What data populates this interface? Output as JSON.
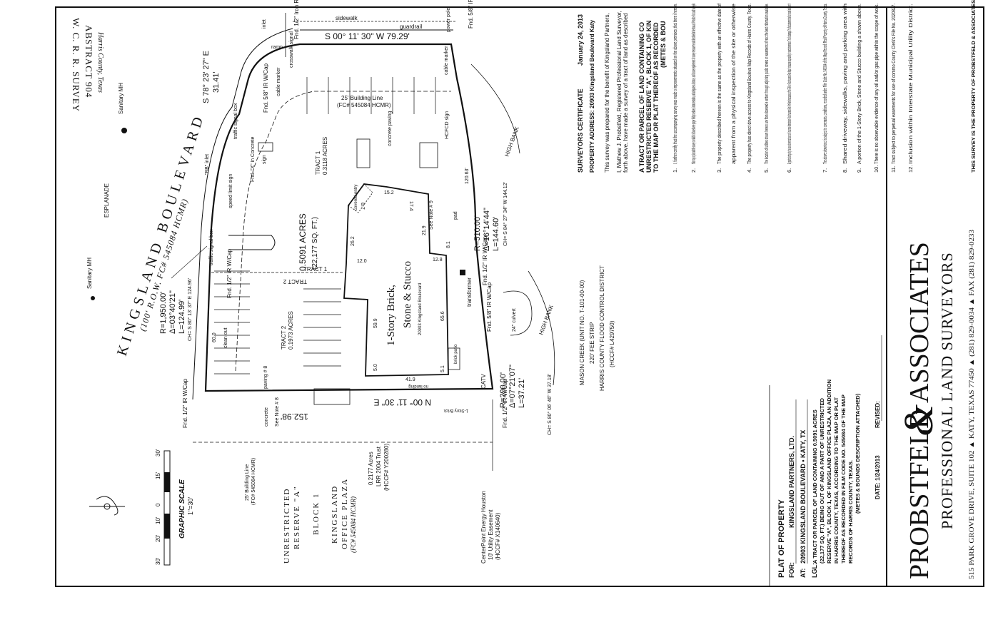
{
  "survey_note": {
    "line1": "W. C. R. R. SURVEY",
    "line2": "ABSTRACT 904",
    "line3": "Harris County, Texas"
  },
  "labels": {
    "sanitary_mh_top": "Sanitary MH",
    "sanitary_mh_left": "Sanitary MH",
    "esplanade": "ESPLANADE",
    "kingsland_blvd": "KINGSLAND BOULEVARD",
    "row": "(100' R.O.W. FC# 545084 HCMR)",
    "sidewalk_top": "sidewalk",
    "guardrail": "guardrail",
    "inlet_top": "inlet",
    "ramp": "ramp",
    "fnd_iron_rod": "Fnd. 1/2\" Iron Rod",
    "power_pole": "power pole",
    "fnd_wcap_top": "Fnd. 5/8\" IR W/Cap",
    "bearing_top": "S 00° 11' 30\" W  79.29'",
    "crosswalk": "crosswalk signal",
    "cable_marker_1": "cable marker",
    "cable_marker_2": "cable marker",
    "fnd_58_ir": "Fnd. 5/8\" IR W/Cap",
    "bearing_ne": "S 78° 23' 27\" E",
    "dist_ne": "31.41'",
    "building_line": "25' Building Line",
    "building_line_fc": "(FC# 545084 HCMR)",
    "concrete_paving": "concrete paving",
    "hcfcd_sign": "HCFCD sign",
    "high_bank_top": "HIGH BANK",
    "inlet_bb": "\"BB\" inlet",
    "traffic_signal_box": "traffic signal box",
    "fnd_x_in_concrete": "Fnd. \"X\" in Concrete",
    "sign": "sign",
    "tract1": "TRACT 1",
    "tract1_acres": "0.3118 ACRES",
    "speed_limit_sign": "speed limit sign",
    "main_acres": "0.5091 ACRES",
    "main_sqft": "(22,177 SQ. FT.)",
    "building_name_1": "1-Story Brick,",
    "building_name_2": "Stone & Stucco",
    "building_address": "20903 Kingsland Boulevard",
    "covered_entry": "covered entry",
    "see_note_9": "See Note # 9",
    "pad": "pad",
    "curve_ne_r": "R=510.00'",
    "curve_ne_d": "Δ=16°14'44\"",
    "curve_ne_l": "L=144.60'",
    "curve_ne_ch": "CH= S 84° 27' 34\" W  144.12'",
    "fnd_12_ir_east": "Fnd. 1/2\" IR W/Cap",
    "transformer": "transformer",
    "fnd_58_ir_east": "Fnd. 5/8\" IR W/Cap",
    "culvert": "24\" culvert",
    "high_bank_bottom": "HIGH BANK",
    "tract_label_1": "TRACT 1",
    "tract_label_2": "TRACT 2",
    "tract2_acres": "0.1973 ACRES",
    "curve_w_r": "R=1,950.00'",
    "curve_w_d": "Δ=03°40'21\"",
    "curve_w_l": "L=124.99'",
    "curve_w_ch": "CH= S 80° 13' 37\" E  124.96'",
    "fnd_12_ir_wcap_w": "Fnd. 1/2\" IR W/Cap",
    "traffic_signal_box_w": "traffic signal box",
    "clean_out": "clean out",
    "paving_8": "paving # 8",
    "see_note_8": "See Note # 8",
    "concrete": "concrete",
    "fnd_12_ir_sw": "Fnd. 1/2\" IR W/Cap",
    "bearing_south": "N 00° 11' 30\" E",
    "dist_south": "152.98'",
    "no_landing": "no landing",
    "one_story_brick": "1-Story Brick",
    "brick_patio": "brick patio",
    "catv": "CATV",
    "curve_s_r": "R=290.00'",
    "curve_s_d": "Δ=07°21'07\"",
    "curve_s_l": "L=37.21'",
    "curve_s_ch": "CH= S 80° 06' 46\" W  37.18'",
    "fnd_12_ir_se": "Fnd. 1/2\" IR W/Cap",
    "mason_creek": "MASON CREEK (UNIT NO. T-101-00-00)",
    "fee_strip": "220' FEE STRIP",
    "hcfcd": "HARRIS COUNTY FLOOD CONTROL DISTRICT",
    "hccf_l429750": "(HCCF# L429750)",
    "building_line_w": "25' Building Line",
    "building_line_w_fc": "(FC# 545084 HCMR)",
    "unrestricted": "UNRESTRICTED",
    "reserve_a": "RESERVE \"A\"",
    "block1": "BLOCK 1",
    "kingsland_office": "KINGSLAND",
    "office_plaza": "OFFICE PLAZA",
    "office_plaza_fc": "(FC# 545084 HCMR)",
    "acres_0217": "0.2177 Acres",
    "lrr_trust": "LRR 2004 Trust",
    "hccf_y200280": "(HCCF# Y200280)",
    "centerpoint": "CenterPoint Energy Houston",
    "utility_easement": "10' Utility Easement",
    "hccf_x140640": "(HCCF# X140640)",
    "graphic_scale": "GRAPHIC SCALE",
    "scale_ratio": "1\"=30'",
    "scale_ticks": [
      "30'",
      "20'",
      "10'",
      "0",
      "15'",
      "30'"
    ],
    "dims": [
      "60.0",
      "26.2",
      "12.0",
      "59.9",
      "5.0",
      "41.9",
      "5.1",
      "65.6",
      "12.8",
      "21.9",
      "15.2",
      "17.4",
      "8.7",
      "8.1",
      "120.63'"
    ]
  },
  "certificate": {
    "title": "SURVEYORS CERTIFICATE",
    "date": "January 24, 2013",
    "address_label": "PROPERTY ADDRESS:",
    "address": "20903 Kingsland Boulevard  Katy",
    "prepared": "This survey was prepared for the benefit of Kingsland Partners,",
    "i_mathew_1": "I, Mathew J. Probstfeld, Registered Professional Land Surveyor,",
    "i_mathew_2": "forth above, have made a survey of a tract of land as described",
    "tract_heading_1": "A TRACT OR PARCEL OF LAND CONTAINING CO",
    "tract_heading_2": "UNRESTRICTED RESERVE \"A\", BLOCK 1, OF KIN",
    "tract_heading_3": "TO THE MAP OR PLAT THEREOF AS RECORDED",
    "tract_heading_4": "(METES & BOU",
    "items": [
      {
        "n": "1.",
        "text": "I, further certify that the accompanying survey was made o improvements situated on the above premises; that there i hereon."
      },
      {
        "n": "2.",
        "text": "This map or plat and the survey on which it is based were proper field procedures, instrumentation, and adequate su distance, and closure requirements for survey measureme and described in the Manual of Practice for Land Surveyin"
      },
      {
        "n": "3.",
        "text": "The property described hereon is the same as the property with an effective date of"
      },
      {
        "n": "",
        "text": "apparent from a physical inspection of the site or otherwise"
      },
      {
        "n": "4.",
        "text": "The property has direct drive access to Kingsland Bouleva Map Records of Harris County, Texas."
      },
      {
        "n": "5.",
        "text": "The location of utilities shown hereon are from observed e written through adjoining public streets or easements of recc the best information available."
      },
      {
        "n": "6.",
        "text": "By graphic plotting only, the above shown tract does not li Insurance Administration Flood Insurance Rate Firm Panel inaccuracies of the FEMA or Flood Insurance Rate Maps f not assume responsibility for exact determination. This floo damage. This flood statement shall not create liability on th"
      },
      {
        "n": "7.",
        "text": "The above shown tract is subject to covenants, conditions, recorded under Film Code No. 545084 of the Map Record: Real Property of Harris County, Texas."
      },
      {
        "n": "8.",
        "text": "Shared driveway, sidewalks, paving and parking area with"
      },
      {
        "n": "9.",
        "text": "A portion of the 1-Story Brick, Stone and Stucco building a shown above."
      },
      {
        "n": "10.",
        "text": "There is no observable evidence of any oil and/or gas pipe within the scope of work."
      },
      {
        "n": "11.",
        "text": "Tract subject to perpetual easements for use of commo County Clerk's File No. 2020827."
      },
      {
        "n": "12.",
        "text": "Inclusion within Interstate Municipal Utility District."
      }
    ],
    "footer": "THIS SURVEY IS THE PROPERTY OF PROBSTFELD & ASSOCIATES,"
  },
  "plat": {
    "title": "PLAT OF PROPERTY",
    "for_label": "FOR:",
    "for_value": "KINGSLAND PARTNERS, LTD.",
    "at_label": "AT:",
    "at_value": "20903 KINGSLAND BOULEVARD • KATY, TX",
    "lgl_label": "LGL:",
    "lgl_lines": [
      "A TRACT OR PARCEL OF LAND CONTAINING 0.5091 ACRES",
      "(22,177 SQ. FT.) BEING OUT OF AND A PART OF UNRESTRICTED",
      "RESERVE \"A\", BLOCK 1, OF KINGSLAND OFFICE PLAZA, AN ADDITION",
      "IN HARRIS COUNTY, TEXAS, ACCORDING TO THE MAP OR PLAT",
      "THEREOF AS RECORDED IN FILM CODE NO. 545084 OF THE MAP",
      "RECORDS OF HARRIS COUNTY, TEXAS.",
      "(METES & BOUNDS DESCRIPTION ATTACHED)"
    ],
    "date_label": "DATE: 1/24/2013",
    "revised_label": "REVISED:"
  },
  "firm": {
    "name_part1": "PROBSTFELD",
    "amp": "&",
    "name_part2": "ASSOCIATES",
    "subtitle": "PROFESSIONAL LAND SURVEYORS",
    "address": "515 PARK GROVE DRIVE, SUITE 102  ▲  KATY, TEXAS 77450  ▲  (281) 829-0034  ▲  FAX (281) 829-0233"
  }
}
